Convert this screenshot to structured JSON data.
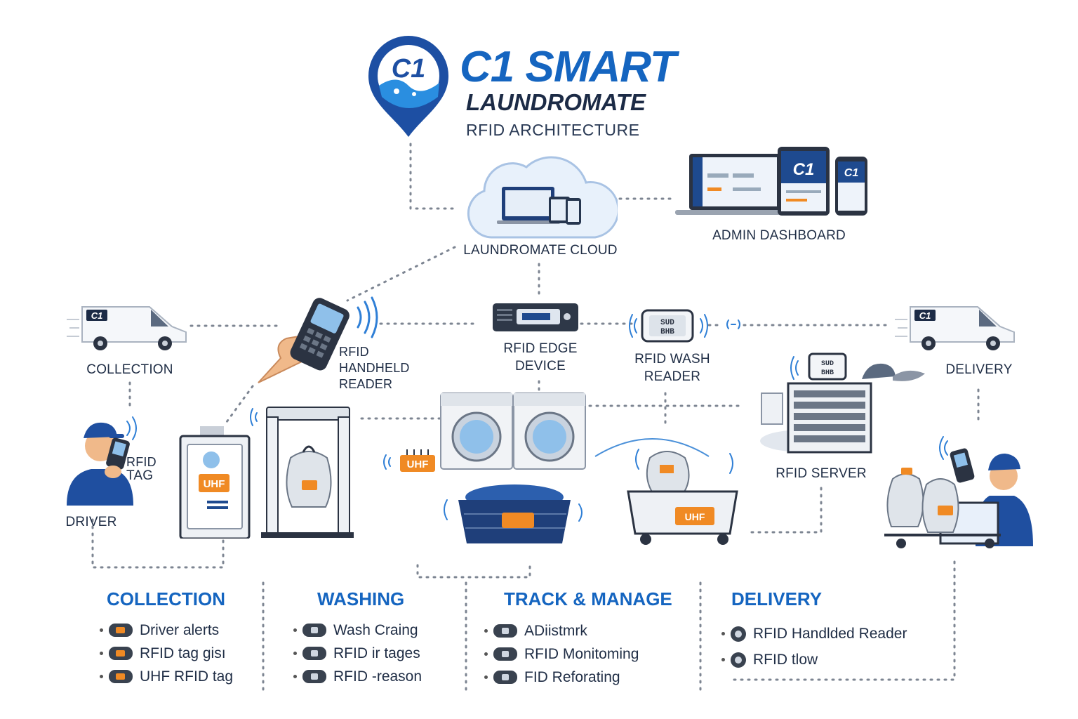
{
  "brand": {
    "logo_text": "C1",
    "title": "C1 SMART",
    "subtitle": "LAUNDROMATE",
    "tagline": "RFID ARCHITECTURE",
    "colors": {
      "primary": "#1565c0",
      "dark": "#1c2b46",
      "accent": "#f08a24"
    }
  },
  "nodes": {
    "cloud": "LAUNDROMATE CLOUD",
    "admin": "ADMIN DASHBOARD",
    "collection_van": "COLLECTION",
    "handheld": [
      "RFID",
      "HANDHELD",
      "READER"
    ],
    "edge": [
      "RFID EDGE",
      "DEVICE"
    ],
    "wash_reader": [
      "RFID WASH",
      "READER"
    ],
    "delivery_van": "DELIVERY",
    "rfid_tag": [
      "RFID",
      "TAG"
    ],
    "driver": "DRIVER",
    "server": "RFID SERVER",
    "van_badge": "C1",
    "device_badge": "C1",
    "uhf_label": "UHF",
    "reader_screen": [
      "SUD",
      "BHB"
    ]
  },
  "sections": [
    {
      "title": "COLLECTION",
      "items": [
        "Driver alerts",
        "RFID tag gisı",
        "UHF RFID tag"
      ]
    },
    {
      "title": "WASHING",
      "items": [
        "Wash Craing",
        "RFID ir tages",
        "RFID -reason"
      ]
    },
    {
      "title": "TRACK & MANAGE",
      "items": [
        "ADiistmrk",
        "RFID Monitoming",
        "FID  Reforating"
      ]
    },
    {
      "title": "DELIVERY",
      "items": [
        "RFID Handlded Reader",
        "RFID tlow"
      ]
    }
  ],
  "icons": [
    "map-pin-logo-icon",
    "cloud-icon",
    "laptop-icon",
    "tablet-icon",
    "phone-icon",
    "van-icon",
    "handheld-reader-icon",
    "edge-device-icon",
    "wash-reader-icon",
    "driver-icon",
    "tag-station-icon",
    "rfid-gate-icon",
    "laundry-bag-icon",
    "washing-machine-icon",
    "laundry-basket-icon",
    "laundry-cart-icon",
    "server-rack-icon",
    "delivery-worker-icon"
  ]
}
